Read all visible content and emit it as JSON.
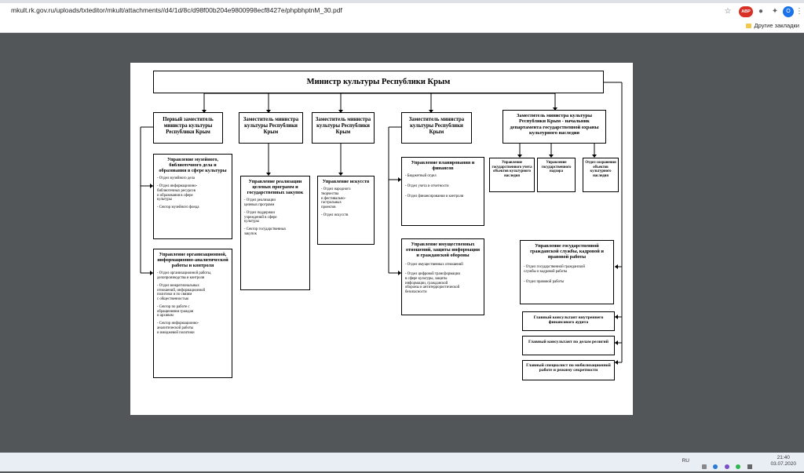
{
  "browser": {
    "url": "mkult.rk.gov.ru/uploads/txteditor/mkult/attachments//d4/1d/8c/d98f00b204e9800998ecf8427e/phpbhptnM_30.pdf",
    "profile_initial": "O",
    "extension_badge": "ABP",
    "bookmarks_label": "Другие закладки"
  },
  "chart": {
    "title": "Министр культуры Республики Крым",
    "deputies": [
      "Первый заместитель министра культуры Республики Крым",
      "Заместитель министра культуры Республики Крым",
      "Заместитель министра культуры Республики Крым",
      "Заместитель министра культуры Республики Крым",
      "Заместитель министра культуры Республики Крым - начальник департамента государственной охраны культурного наследия"
    ],
    "units": [
      {
        "title": "Управление музейного, библиотечного дела и образования в сфере культуры",
        "items": [
          "- Отдел музейного дела",
          "- Отдел информационно-\n  библиотечных ресурсов\n  и образования в сфере\n  культуры",
          "- Сектор музейного фонда"
        ]
      },
      {
        "title": "Управление организационной, информационно-аналитической работы и контроля",
        "items": [
          "- Отдел организационной работы,\n  делопроизводства и контроля",
          "- Отдел межрегиональных\n  отношений, информационной\n  политики и по связям\n  с общественностью",
          "- Сектор по работе с\n  обращениями граждан\n  и архивом",
          "- Сектор информационно-\n  аналитической работы\n  и имиджевой политики"
        ]
      },
      {
        "title": "Управление реализации целевых программ и государственных закупок",
        "items": [
          "- Отдел реализации\n  целевых программ",
          "- Отдел поддержки\n  учреждений в сфере\n  культуры",
          "- Сектор государственных\n  закупок"
        ]
      },
      {
        "title": "Управление искусств",
        "items": [
          "- Отдел народного\n  творчества\n  и фестивально-\n  гастрольных\n  проектов",
          "- Отдел искусств"
        ]
      },
      {
        "title": "Управление планирования и финансов",
        "items": [
          "- Бюджетный отдел",
          "- Отдел учета и отчетности",
          "- Отдел финансирования и контроля"
        ]
      },
      {
        "title": "Управление имущественных отношений, защиты информации и гражданской обороны",
        "items": [
          "- Отдел имущественных отношений",
          "- Отдел цифровой трансформации\n  в сфере культуры, защиты\n  информации, гражданской\n  обороны и антитеррористической\n  безопасности"
        ]
      },
      {
        "title": "Управление государственной гражданской службы, кадровой и правовой работы",
        "items": [
          "- Отдел государственной гражданской\n  службы и кадровой работы",
          "- Отдел правовой работы"
        ]
      }
    ],
    "heritage": [
      "Управление государственного учета объектов культурного наследия",
      "Управление государственного надзора",
      "Отдел сохранения объектов культурного наследия"
    ],
    "consultants": [
      "Главный консультант внутреннего финансового аудита",
      "Главный консультант по делам религий",
      "Главный специалист по мобилизационной работе и режиму секретности"
    ]
  },
  "taskbar": {
    "lang": "RU",
    "time": "21:40",
    "date": "03.07.2020"
  }
}
